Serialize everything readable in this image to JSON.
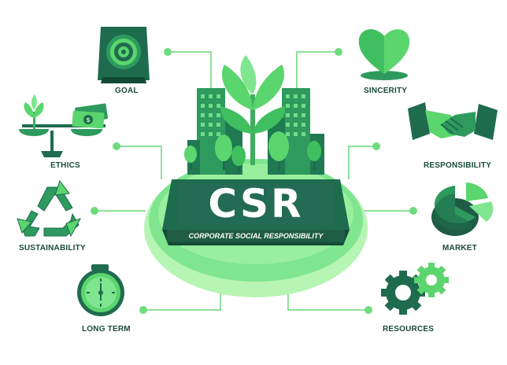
{
  "center": {
    "title": "CSR",
    "subtitle": "CORPORATE SOCIAL RESPONSIBILITY"
  },
  "nodes": {
    "goal": "GOAL",
    "ethics": "ETHICS",
    "sustainability": "SUSTAINABILITY",
    "long_term": "LONG TERM",
    "sincerity": "SINCERITY",
    "responsibility": "RESPONSIBILITY",
    "market": "MARKET",
    "resources": "RESOURCES"
  },
  "colors": {
    "dark_green": "#1f6b4e",
    "mid_green": "#2e9a5e",
    "bright_green": "#5bd56d",
    "light_green": "#a8f0a8",
    "platform": "#7fe58f",
    "label_text": "#1a4a3a"
  },
  "icons": {
    "goal": "target-icon",
    "ethics": "balance-scale-icon",
    "sustainability": "recycle-icon",
    "long_term": "clock-icon",
    "sincerity": "heart-icon",
    "responsibility": "handshake-icon",
    "market": "pie-chart-icon",
    "resources": "gears-icon"
  }
}
